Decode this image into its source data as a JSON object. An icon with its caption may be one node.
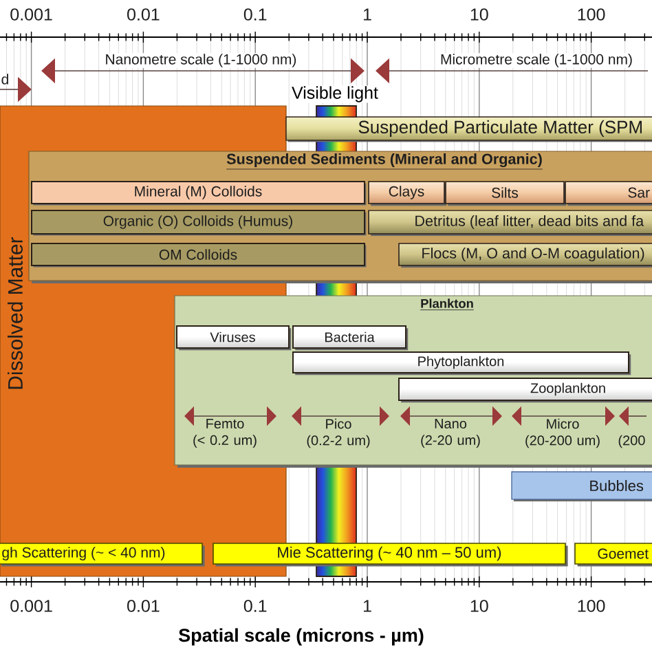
{
  "diagram": {
    "nodes": [
      {
        "text": [
          "Dissolved Matter"
        ]
      },
      {
        "text": [
          "Visible light"
        ]
      },
      {
        "text": [
          "Suspended Particulate Matter (SPM"
        ]
      },
      {
        "text": [
          "Suspended Sediments (Mineral and Organic)"
        ]
      },
      {
        "text": [
          "Mineral (M) Colloids"
        ],
        "in": 3
      },
      {
        "text": [
          "Clays"
        ],
        "in": 3
      },
      {
        "text": [
          "Silts"
        ],
        "in": 3
      },
      {
        "text": [
          "Sar"
        ],
        "in": 3
      },
      {
        "text": [
          "Organic (O) Colloids (Humus)"
        ],
        "in": 3
      },
      {
        "text": [
          "Detritus (leaf litter, dead bits and fa"
        ],
        "in": 3
      },
      {
        "text": [
          "OM Colloids"
        ],
        "in": 3
      },
      {
        "text": [
          "Flocs (M, O and O-M coagulation)"
        ],
        "in": 3
      },
      {
        "text": [
          "Plankton"
        ]
      },
      {
        "text": [
          "Viruses"
        ]
      },
      {
        "text": [
          "Bacteria"
        ],
        "in": 12
      },
      {
        "text": [
          "Phytoplankton"
        ],
        "in": 12
      },
      {
        "text": [
          "Zooplankton"
        ],
        "in": 12
      },
      {
        "text": [
          "Bubbles"
        ]
      },
      {
        "text": [
          "gh Scattering (~ < 40 nm)"
        ],
        "in": 0
      },
      {
        "text": [
          "Mie Scattering (~ 40 nm – 50 um)"
        ]
      },
      {
        "text": [
          "Goemet"
        ]
      }
    ],
    "labels": [
      "0.001",
      "0.01",
      "0.1",
      "1",
      "10",
      "100",
      "Nanometre scale (1-1000 nm)",
      "Micrometre scale (1-1000 nm)",
      "d",
      "Femto (< 0.2 um)",
      "Pico (0.2-2 um)",
      "Nano (2-20 um)",
      "Micro (20-200 um)",
      "(200",
      "0.001",
      "0.01",
      "0.1",
      "1",
      "10",
      "100",
      "Spatial scale (microns - µm)"
    ]
  }
}
